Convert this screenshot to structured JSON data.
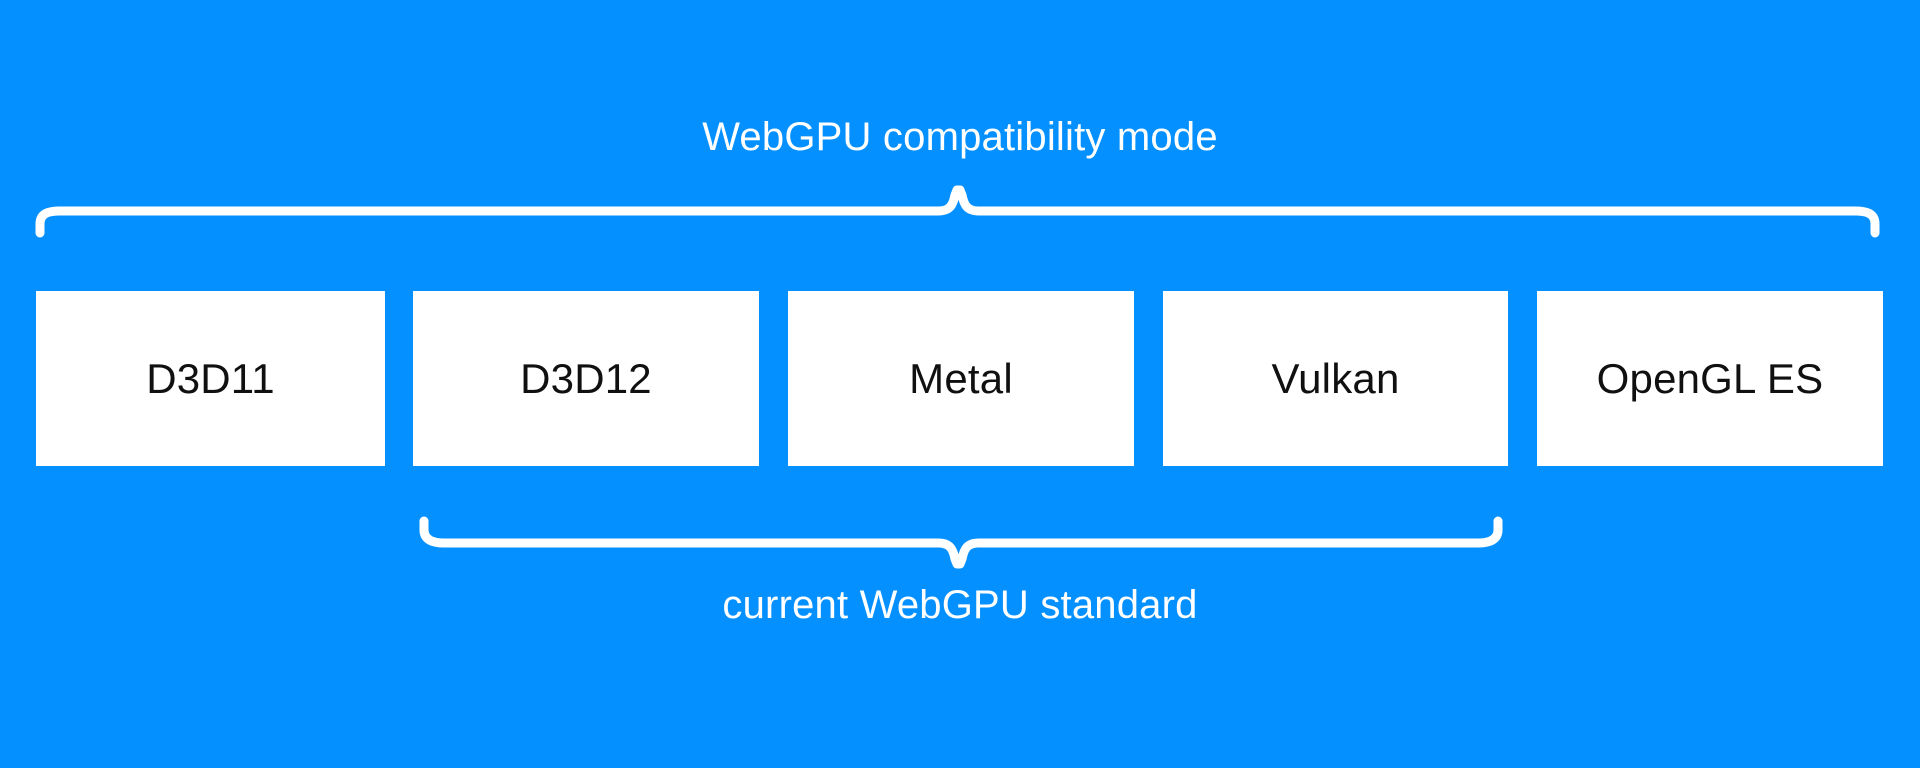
{
  "diagram": {
    "background_color": "#0590ff",
    "box_fill_color": "#ffffff",
    "box_text_color": "#101010",
    "label_color": "#ffffff",
    "title": "WebGPU compatibility mode",
    "top_brace": {
      "label": "WebGPU compatibility mode",
      "direction": "up",
      "spans_boxes": [
        "D3D11",
        "D3D12",
        "Metal",
        "Vulkan",
        "OpenGL ES"
      ]
    },
    "bottom_brace": {
      "label": "current WebGPU standard",
      "direction": "down",
      "spans_boxes": [
        "D3D12",
        "Metal",
        "Vulkan"
      ]
    },
    "boxes": [
      {
        "label": "D3D11"
      },
      {
        "label": "D3D12"
      },
      {
        "label": "Metal"
      },
      {
        "label": "Vulkan"
      },
      {
        "label": "OpenGL ES"
      }
    ]
  }
}
